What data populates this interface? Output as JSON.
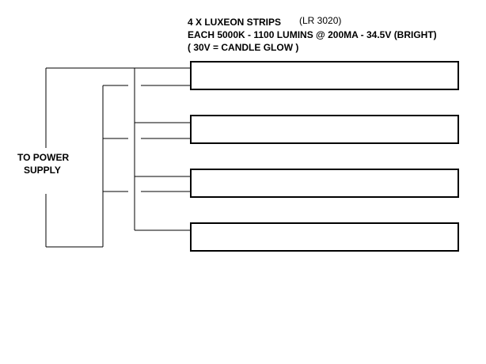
{
  "header": {
    "line1_main": "4 X  LUXEON STRIPS",
    "line1_model": "(LR 3020)",
    "line2": "EACH 5000K - 1100 LUMINS @ 200MA - 34.5V (BRIGHT)",
    "line3": "( 30V = CANDLE GLOW )"
  },
  "power_label": {
    "line1": "TO POWER",
    "line2": "SUPPLY"
  },
  "strips": [
    {
      "id": "strip-1"
    },
    {
      "id": "strip-2"
    },
    {
      "id": "strip-3"
    },
    {
      "id": "strip-4"
    }
  ],
  "colors": {
    "line": "#000000",
    "background": "#ffffff"
  }
}
